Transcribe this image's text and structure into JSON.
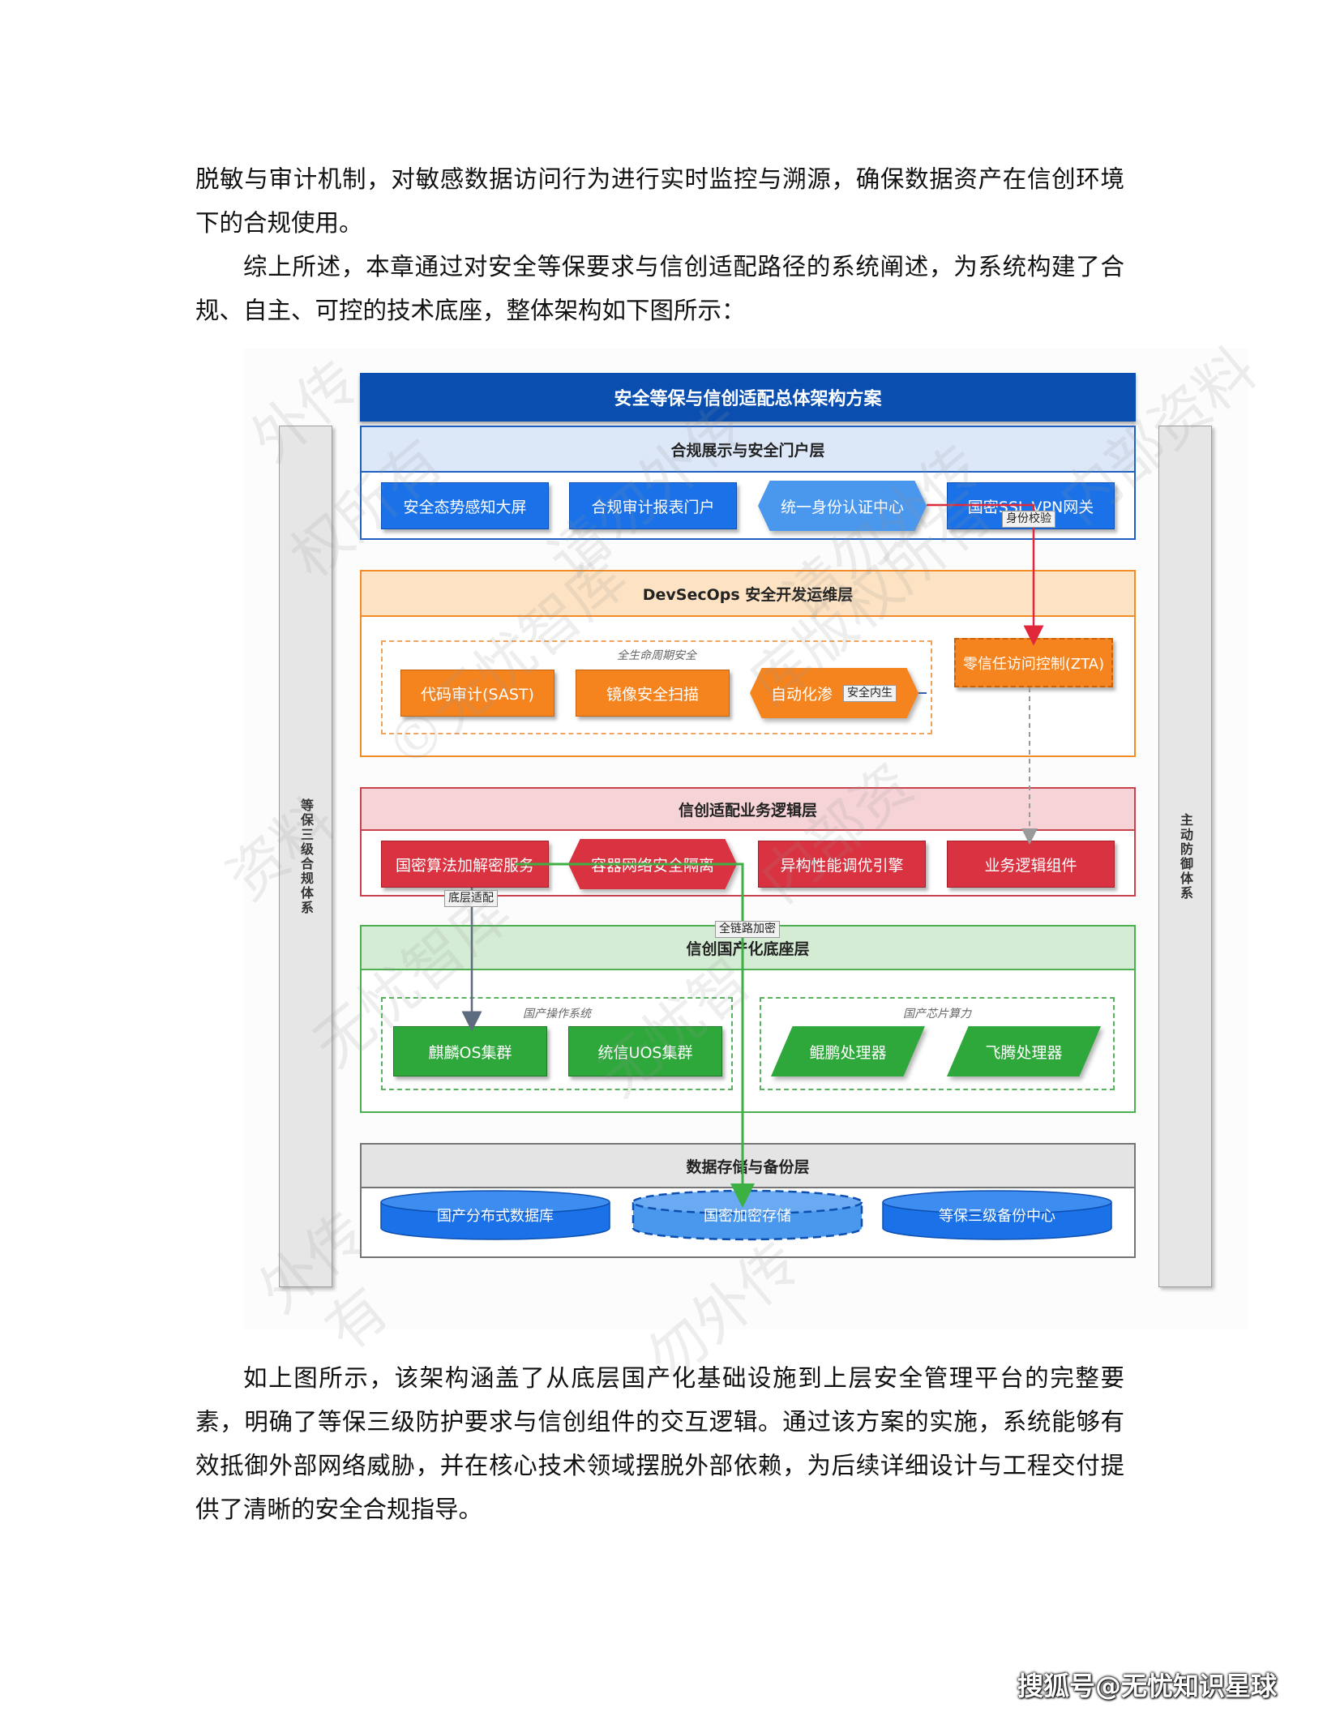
{
  "paragraphs": [
    "脱敏与审计机制，对敏感数据访问行为进行实时监控与溯源，确保数据资产在信创环境下的合规使用。",
    "综上所述，本章通过对安全等保要求与信创适配路径的系统阐述，为系统构建了合规、自主、可控的技术底座，整体架构如下图所示：",
    "如上图所示，该架构涵盖了从底层国产化基础设施到上层安全管理平台的完整要素，明确了等保三级防护要求与信创组件的交互逻辑。通过该方案的实施，系统能够有效抵御外部网络威胁，并在核心技术领域摆脱外部依赖，为后续详细设计与工程交付提供了清晰的安全合规指导。"
  ],
  "diagram": {
    "title": "安全等保与信创适配总体架构方案",
    "left_bar": "等保三级合规体系",
    "right_bar": "主动防御体系",
    "layers": {
      "portal": {
        "title": "合规展示与安全门户层",
        "items": [
          "安全态势感知大屏",
          "合规审计报表门户",
          "统一身份认证中心",
          "国密SSL VPN网关"
        ]
      },
      "devsecops": {
        "title": "DevSecOps 安全开发运维层",
        "group_label": "全生命周期安全",
        "items": [
          "代码审计(SAST)",
          "镜像安全扫描",
          "自动化渗",
          "零信任访问控制(ZTA)"
        ]
      },
      "business": {
        "title": "信创适配业务逻辑层",
        "items": [
          "国密算法加解密服务",
          "容器网络安全隔离",
          "异构性能调优引擎",
          "业务逻辑组件"
        ]
      },
      "base": {
        "title": "信创国产化底座层",
        "os_group": "国产操作系统",
        "chip_group": "国产芯片算力",
        "items": [
          "麒麟OS集群",
          "统信UOS集群",
          "鲲鹏处理器",
          "飞腾处理器"
        ]
      },
      "storage": {
        "title": "数据存储与备份层",
        "items": [
          "国产分布式数据库",
          "国密加密存储",
          "等保三级备份中心"
        ]
      }
    },
    "edge_labels": {
      "identity_check": "身份校验",
      "security_inside": "安全内生",
      "base_adapt": "底层适配",
      "full_link_encrypt": "全链路加密"
    },
    "watermarks": [
      "外传",
      "权所有",
      "请勿外传",
      "内部资料",
      "库版权所有",
      "©无忧智库",
      "资料",
      "无忧智库",
      "内部资",
      "无忧智",
      "请勿外传",
      "外传",
      "有",
      "勿外传"
    ],
    "colors": {
      "title": "#0a4fb0",
      "blue": "#1b72e8",
      "orange": "#f5841f",
      "red": "#d93240",
      "green": "#2ea83b",
      "red_arrow": "#e0283a",
      "green_arrow": "#3cb043"
    }
  },
  "footer_watermark": "搜狐号@无忧知识星球"
}
